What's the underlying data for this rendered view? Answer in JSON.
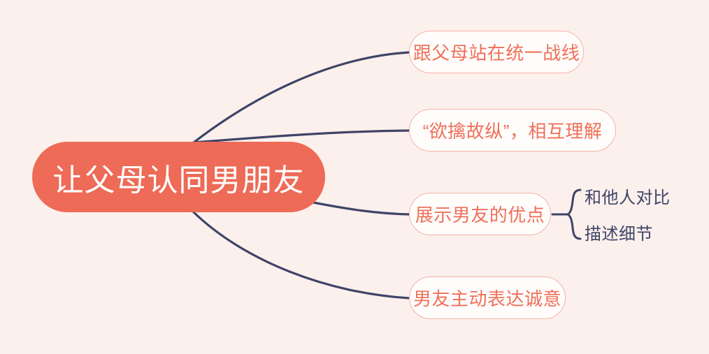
{
  "diagram": {
    "type": "mind-map",
    "background_color": "#fcf0ec",
    "accent_color": "#ed6b57",
    "connector_color": "#3f4468",
    "root": {
      "label": "让父母认同男朋友",
      "text_color": "#ffffff",
      "fill_color": "#ed6b57"
    },
    "branches": [
      {
        "label": "跟父母站在统一战线",
        "text_color": "#ef7059",
        "border_color": "#f3b2a6",
        "fill_color": "#fffdfc",
        "children": []
      },
      {
        "label": "“欲擒故纵”，相互理解",
        "text_color": "#ef7059",
        "border_color": "#f3b2a6",
        "fill_color": "#fffdfc",
        "children": []
      },
      {
        "label": "展示男友的优点",
        "text_color": "#ef7059",
        "border_color": "#f3b2a6",
        "fill_color": "#fffdfc",
        "children": [
          {
            "label": "和他人对比",
            "text_color": "#3f4468"
          },
          {
            "label": "描述细节",
            "text_color": "#3f4468"
          }
        ]
      },
      {
        "label": "男友主动表达诚意",
        "text_color": "#ef7059",
        "border_color": "#f3b2a6",
        "fill_color": "#fffdfc",
        "children": []
      }
    ]
  }
}
